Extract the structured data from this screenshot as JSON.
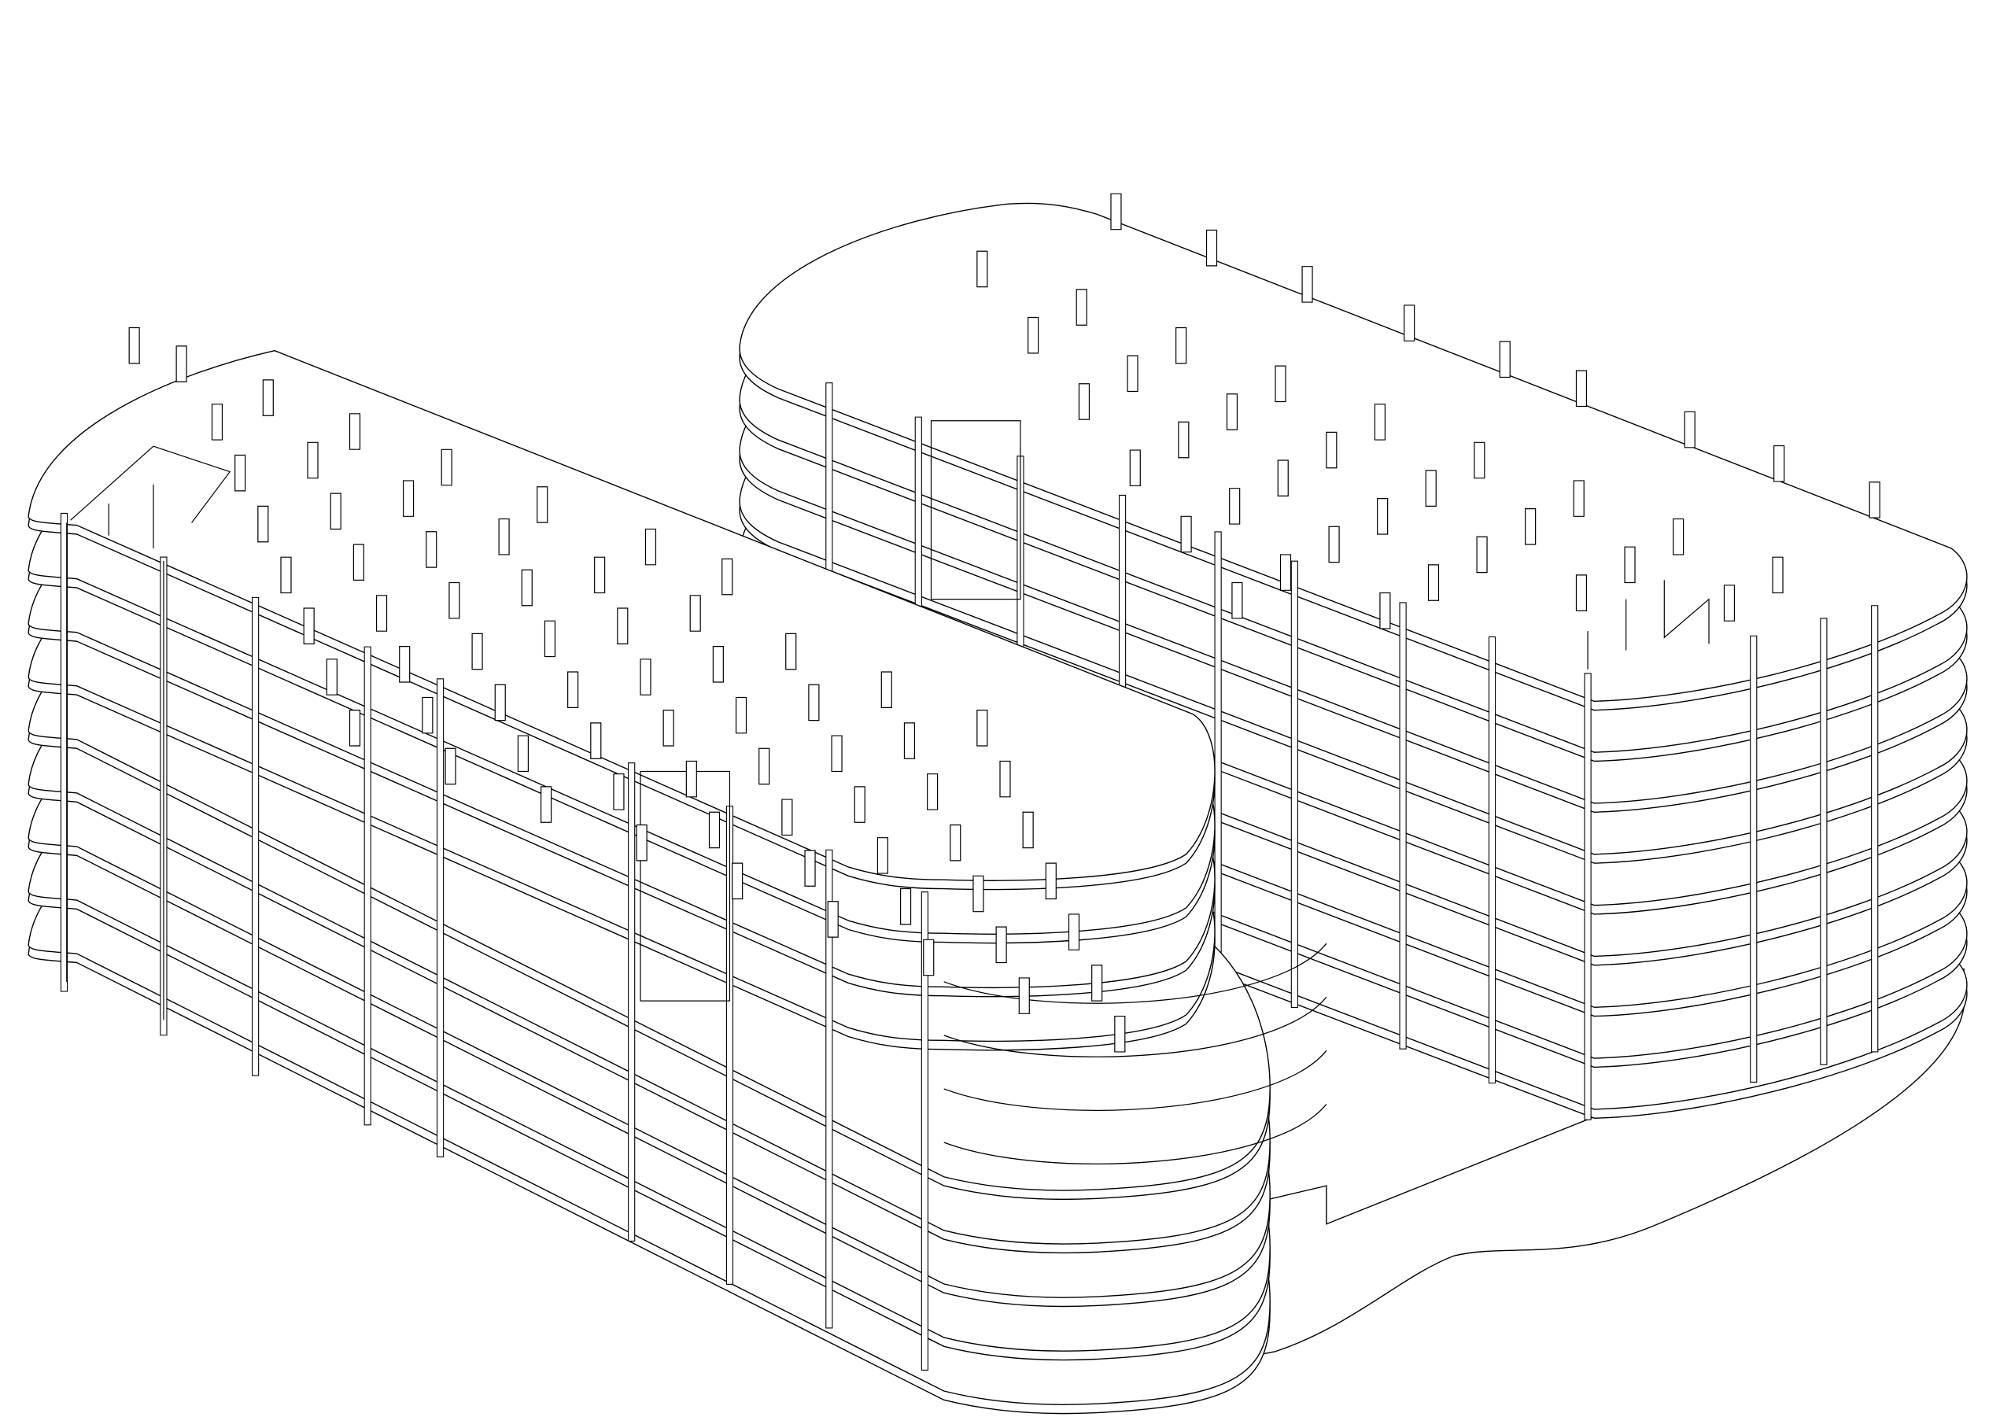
{
  "drawing": {
    "type": "axonometric-building-structure",
    "stroke_color": "#000000",
    "fill_color": "#ffffff",
    "background": "#ffffff",
    "left_block_floors": 9,
    "right_block_floors": 9
  }
}
